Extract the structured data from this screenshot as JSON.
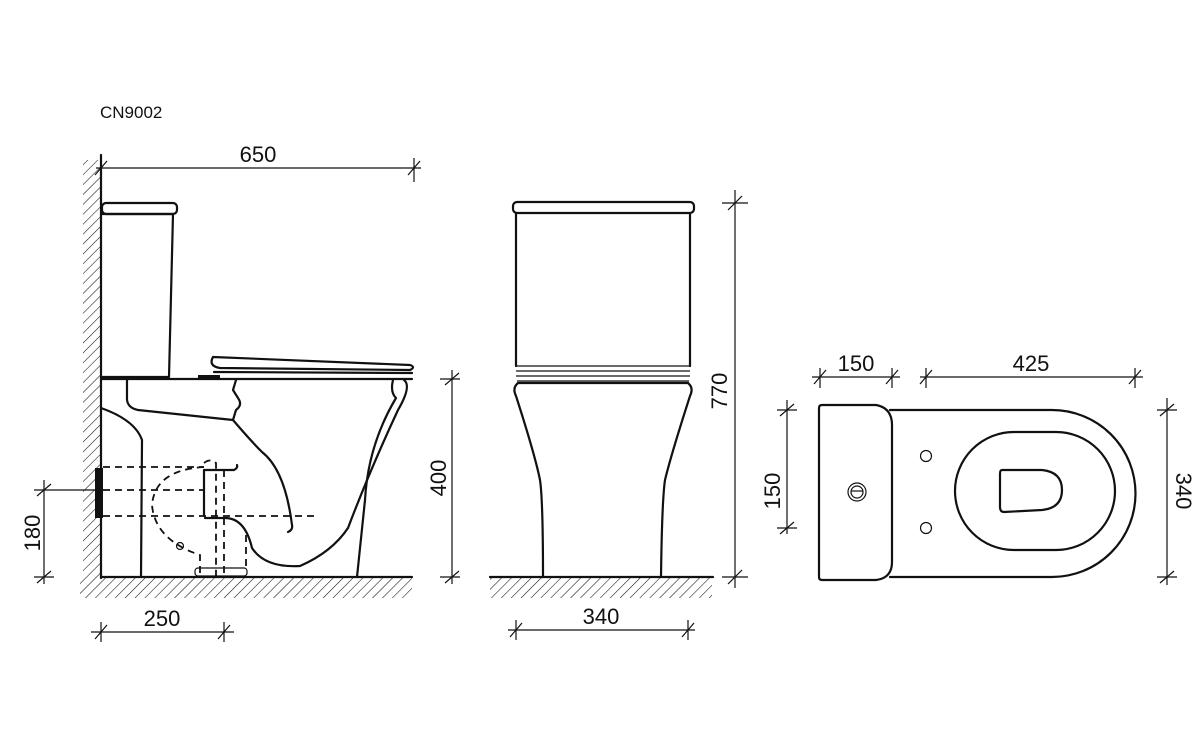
{
  "title": "CN9002",
  "side_view": {
    "dim_total_length": "650",
    "dim_seat_height": "400",
    "dim_outlet_height": "180",
    "dim_outlet_distance": "250"
  },
  "front_view": {
    "dim_total_height": "770",
    "dim_width": "340"
  },
  "top_view": {
    "dim_tank_depth": "150",
    "dim_bowl_length": "425",
    "dim_button_offset": "150",
    "dim_width": "340"
  },
  "colors": {
    "line": "#111111",
    "background": "#ffffff"
  }
}
